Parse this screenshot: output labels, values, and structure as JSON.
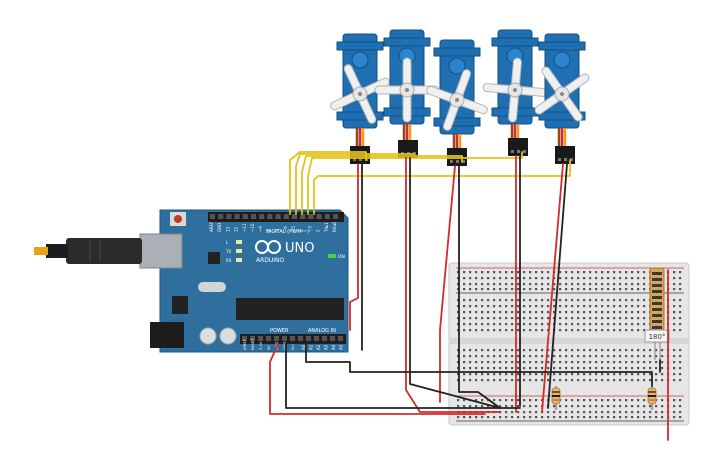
{
  "arduino": {
    "brand": "ARDUINO",
    "model": "UNO",
    "header_digital": "DIGITAL (PWM ~)",
    "header_power": "POWER",
    "header_analog": "ANALOG IN",
    "on_label": "ON",
    "digital_pins": [
      "AREF",
      "GND",
      "13",
      "12",
      "~11",
      "~10",
      "~9",
      "8",
      "7",
      "~6",
      "~5",
      "4",
      "~3",
      "2",
      "TX▸1",
      "RX◂0"
    ],
    "power_pins": [
      "IOREF",
      "RESET",
      "3.3V",
      "5V",
      "GND",
      "GND",
      "Vin"
    ],
    "analog_pins": [
      "A0",
      "A1",
      "A2",
      "A3",
      "A4",
      "A5"
    ],
    "led_labels": [
      "L",
      "TX",
      "RX"
    ]
  },
  "sensor": {
    "label": "180°"
  },
  "components": {
    "servo_count": 5,
    "resistor_count": 2
  },
  "colors": {
    "board": "#2e6f9e",
    "servo": "#1f6fb3",
    "wire_signal": "#e3c21a",
    "wire_power": "#d42a2a",
    "wire_ground": "#222222",
    "breadboard": "#eaeaea"
  }
}
